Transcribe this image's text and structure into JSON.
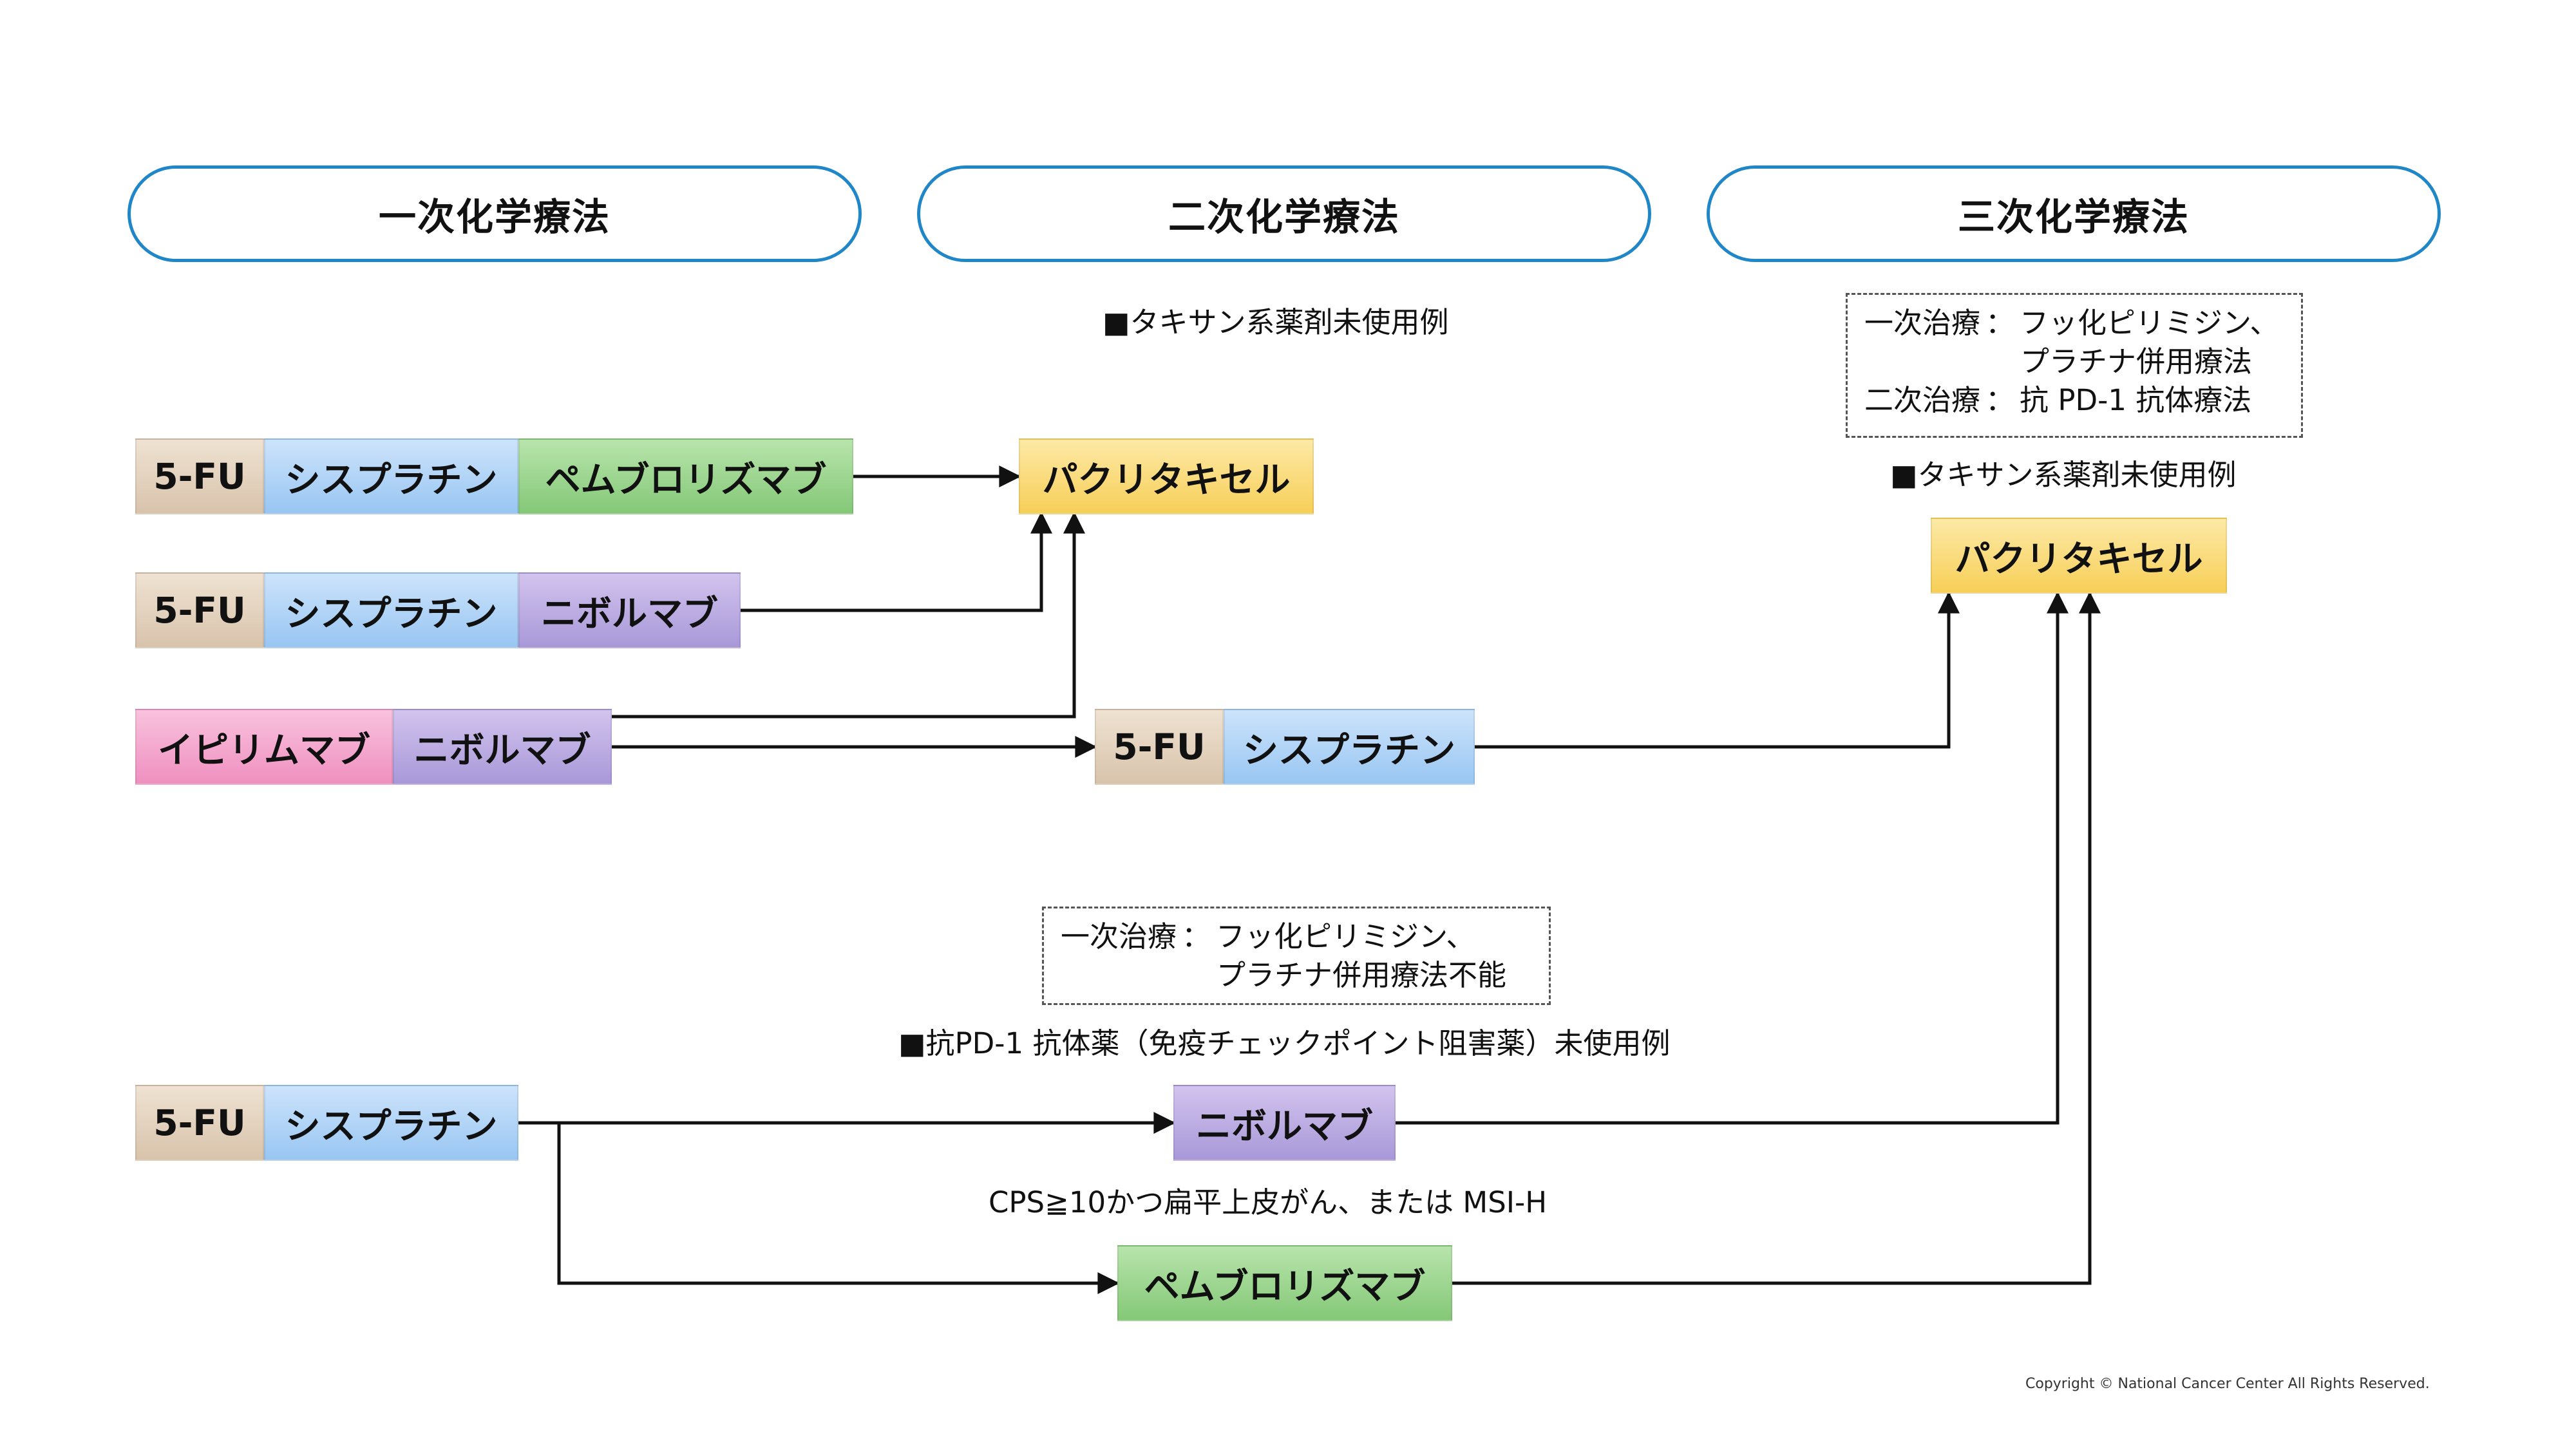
{
  "phases": {
    "first": "一次化学療法",
    "second": "二次化学療法",
    "third": "三次化学療法"
  },
  "regimens": {
    "r1": [
      "5-FU",
      "シスプラチン",
      "ペムブロリズマブ"
    ],
    "r2": [
      "5-FU",
      "シスプラチン",
      "ニボルマブ"
    ],
    "r3": [
      "イピリムマブ",
      "ニボルマブ"
    ],
    "r4": [
      "5-FU",
      "シスプラチン"
    ],
    "r5": [
      "5-FU",
      "シスプラチン"
    ]
  },
  "second_line": {
    "paclitaxel": "パクリタキセル",
    "fu_cis": [
      "5-FU",
      "シスプラチン"
    ],
    "nivolumab": "ニボルマブ",
    "pembrolizumab": "ペムブロリズマブ"
  },
  "third_line": {
    "paclitaxel": "パクリタキセル"
  },
  "labels": {
    "taxane_second": "■タキサン系薬剤未使用例",
    "taxane_third": "■タキサン系薬剤未使用例",
    "pd1_unused": "■抗PD-1 抗体薬（免疫チェックポイント阻害薬）未使用例",
    "cps": "CPS≧10かつ扁平上皮がん、または MSI-H"
  },
  "notes": {
    "third": {
      "line1_head": "一次治療",
      "line1_sep": "：",
      "line1_text": "フッ化ピリミジン、",
      "line2_text": "プラチナ併用療法",
      "line3_head": "二次治療",
      "line3_sep": "：",
      "line3_text": "抗 PD-1 抗体療法"
    },
    "second": {
      "line1_head": "一次治療",
      "line1_sep": "：",
      "line1_text": "フッ化ピリミジン、",
      "line2_text": "プラチナ併用療法不能"
    }
  },
  "colors": {
    "phase_border": "#1f86c7",
    "tan": "#d8c3ab",
    "blue": "#98c6f2",
    "green": "#84c877",
    "purple": "#a898d8",
    "pink": "#ef90bf",
    "yellow": "#f7cf58",
    "arrow": "#111111"
  },
  "copyright": "Copyright © National Cancer Center All Rights Reserved."
}
